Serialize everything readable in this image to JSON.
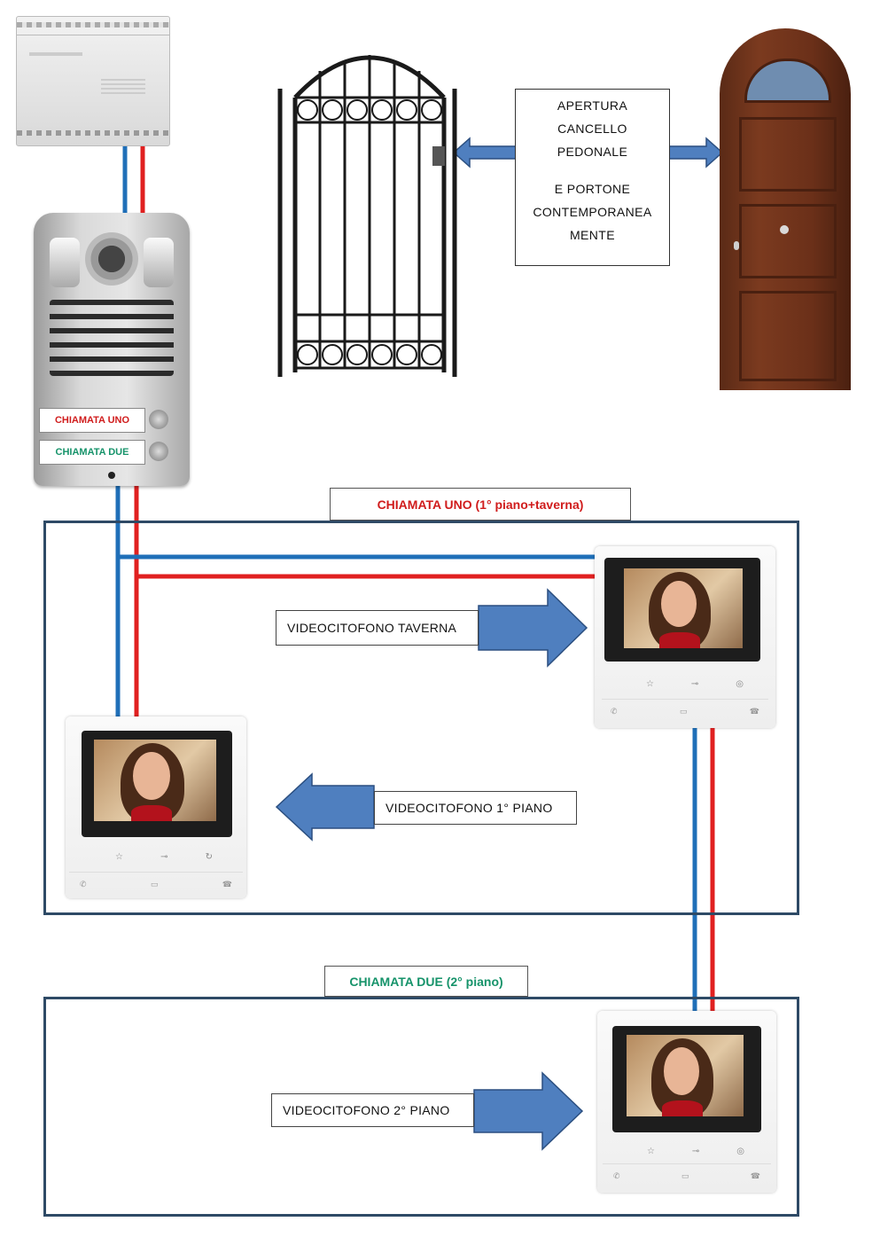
{
  "opening_box": {
    "line1": "APERTURA",
    "line2": "CANCELLO",
    "line3": "PEDONALE",
    "line4": "E PORTONE",
    "line5": "CONTEMPORANEA",
    "line6": "MENTE"
  },
  "panel_buttons": {
    "call_one": "CHIAMATA UNO",
    "call_two": "CHIAMATA DUE"
  },
  "zones": [
    {
      "label": "CHIAMATA UNO (1° piano+taverna)",
      "color": "#d01c1c"
    },
    {
      "label": "CHIAMATA DUE (2° piano)",
      "color": "#16936a"
    }
  ],
  "monitor_labels": {
    "taverna": "VIDEOCITOFONO TAVERNA",
    "primo": "VIDEOCITOFONO 1° PIANO",
    "secondo": "VIDEOCITOFONO 2° PIANO"
  },
  "colors": {
    "wire_blue": "#1f6fb8",
    "wire_red": "#e02020",
    "arrow_fill": "#4f7fbf",
    "zone_border": "#2e4a66"
  }
}
